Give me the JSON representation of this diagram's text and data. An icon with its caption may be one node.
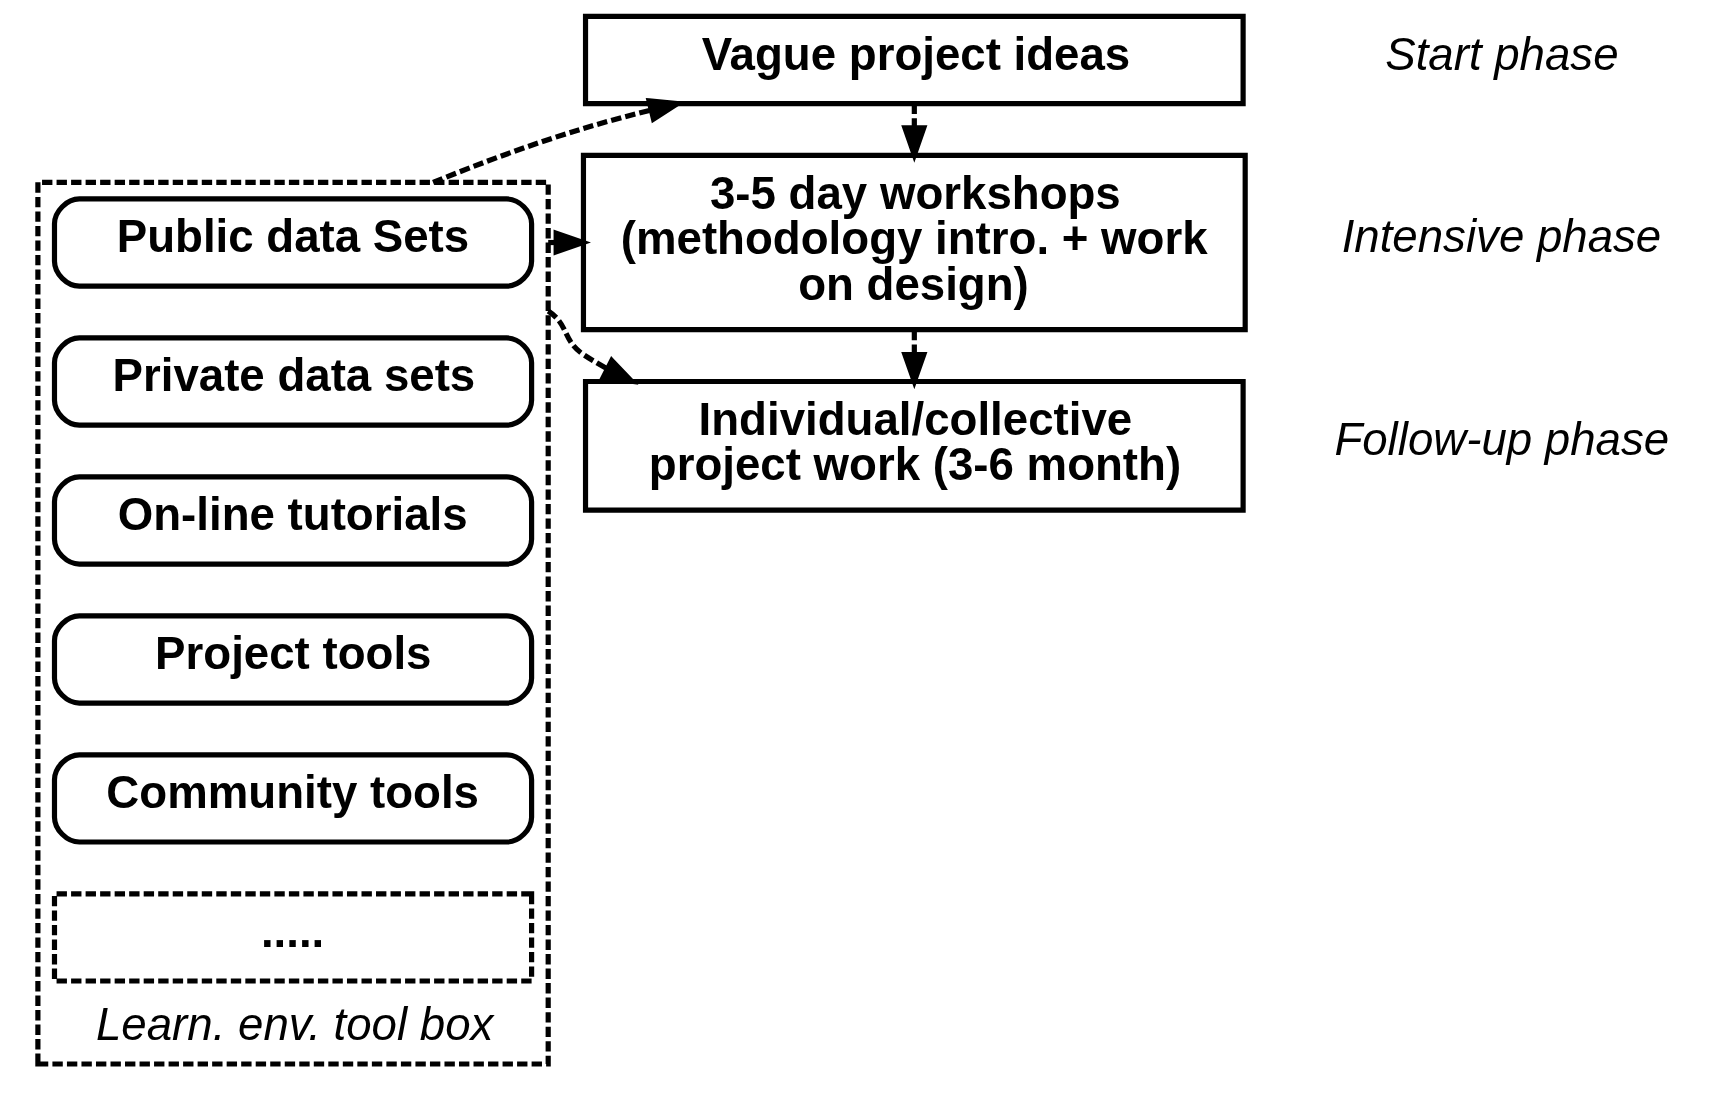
{
  "diagram": {
    "nodes": [
      {
        "text": [
          "Learn. env. tool box"
        ]
      },
      {
        "text": [
          "Public data Sets"
        ],
        "in": 0
      },
      {
        "text": [
          "Private data sets"
        ],
        "in": 0
      },
      {
        "text": [
          "On-line tutorials"
        ],
        "in": 0
      },
      {
        "text": [
          "Project tools"
        ],
        "in": 0
      },
      {
        "text": [
          "Community tools"
        ],
        "in": 0
      },
      {
        "text": [
          "....."
        ],
        "in": 0
      },
      {
        "text": [
          "Vague project ideas"
        ],
        "beside": [
          "Start phase"
        ]
      },
      {
        "text": [
          "3-5 day workshops (methodology intro. + work on design)"
        ],
        "beside": [
          "Intensive phase"
        ]
      },
      {
        "text": [
          "Individual/collective project work (3-6 month)"
        ],
        "beside": [
          "Follow-up phase"
        ]
      }
    ],
    "edges": [
      {
        "from": 0,
        "to": 7,
        "arrow": "to",
        "style": "dashed"
      },
      {
        "from": 0,
        "to": 8,
        "arrow": "to",
        "style": "dashed"
      },
      {
        "from": 0,
        "to": 9,
        "arrow": "to",
        "style": "dashed"
      },
      {
        "from": 7,
        "to": 8,
        "arrow": "to",
        "style": "dashed"
      },
      {
        "from": 8,
        "to": 9,
        "arrow": "to",
        "style": "dashed"
      }
    ]
  }
}
